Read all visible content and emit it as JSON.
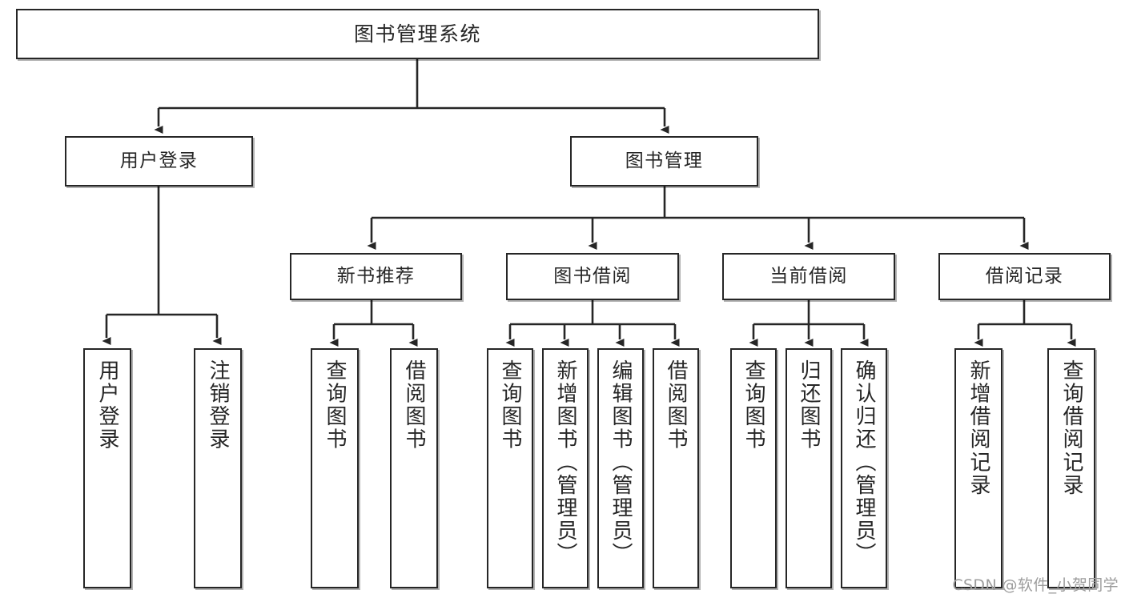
{
  "diagram": {
    "title": "图书管理系统",
    "watermark": "CSDN @软件_小贺同学",
    "colors": {
      "box_border": "#262626",
      "box_fill": "#ffffff",
      "text": "#262626",
      "connector": "#262626",
      "watermark": "#9c9c9c",
      "background": "#ffffff"
    }
  },
  "nodes": {
    "root": {
      "label": "图书管理系统"
    },
    "level2": [
      {
        "label": "用户登录"
      },
      {
        "label": "图书管理"
      }
    ],
    "level3": [
      {
        "label": "新书推荐"
      },
      {
        "label": "图书借阅"
      },
      {
        "label": "当前借阅"
      },
      {
        "label": "借阅记录"
      }
    ],
    "leaves": {
      "user_login": [
        {
          "label": "用户登录"
        },
        {
          "label": "注销登录"
        }
      ],
      "new_book_recommend": [
        {
          "label": "查询图书"
        },
        {
          "label": "借阅图书"
        }
      ],
      "book_borrow": [
        {
          "label": "查询图书"
        },
        {
          "label": "新增图书（管理员）"
        },
        {
          "label": "编辑图书（管理员）"
        },
        {
          "label": "借阅图书"
        }
      ],
      "current_borrow": [
        {
          "label": "查询图书"
        },
        {
          "label": "归还图书"
        },
        {
          "label": "确认归还（管理员）"
        }
      ],
      "borrow_record": [
        {
          "label": "新增借阅记录"
        },
        {
          "label": "查询借阅记录"
        }
      ]
    }
  }
}
